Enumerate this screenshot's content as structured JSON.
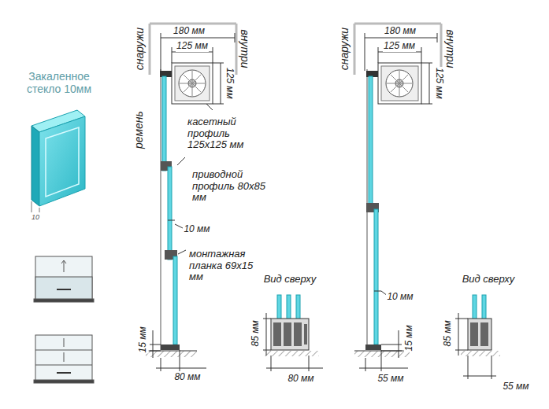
{
  "diagram": {
    "labels": [
      "Закаленное стекло 10мм",
      "10",
      "снаружи",
      "180 мм",
      "125 мм",
      "внутри",
      "125 мм",
      "ремень",
      "касетный профиль 125x125 мм",
      "приводной профиль 80x85 мм",
      "10 мм",
      "монтажная планка 69x15 мм",
      "15 мм",
      "80 мм",
      "Вид сверху",
      "85 мм",
      "80 мм",
      "снаружи",
      "180 мм",
      "125 мм",
      "внутри",
      "125 мм",
      "10 мм",
      "15 мм",
      "55 мм",
      "Вид сверху",
      "85 мм",
      "55 мм"
    ]
  }
}
